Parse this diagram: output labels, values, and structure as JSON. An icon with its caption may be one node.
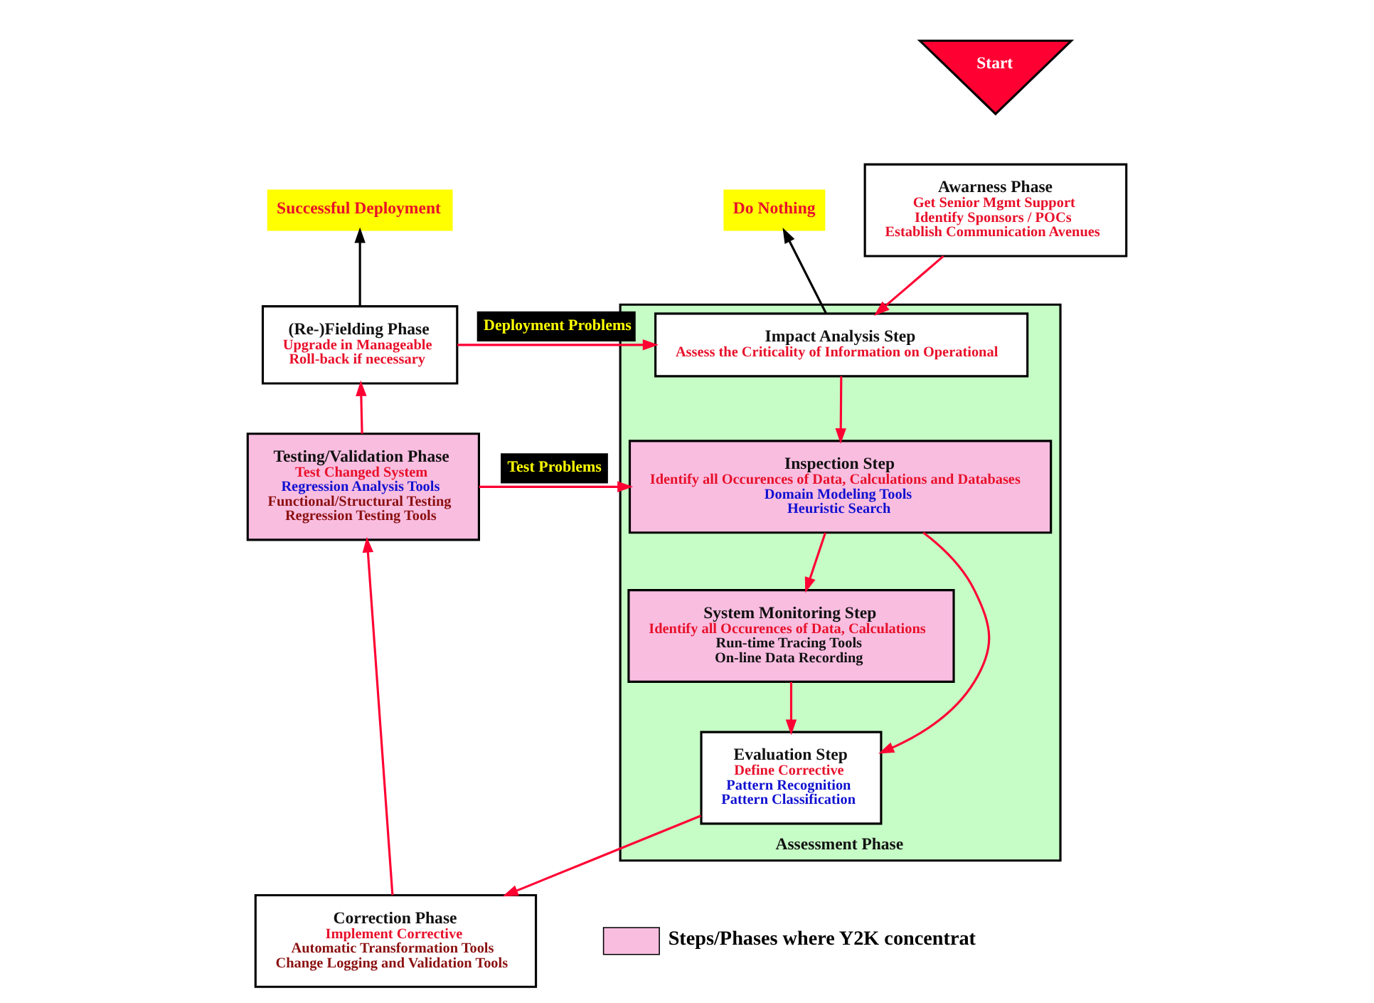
{
  "diagram": {
    "nodes": [
      {
        "text": [
          "Assessment Phase"
        ]
      },
      {
        "text": [
          "Impact Analysis Step",
          "Assess the Criticality of Information on Operational"
        ],
        "in": 0
      },
      {
        "text": [
          "Inspection Step",
          "Identify all Occurences of Data, Calculations and Databases",
          "Domain Modeling Tools",
          "Heuristic Search"
        ],
        "in": 0
      },
      {
        "text": [
          "System Monitoring Step",
          "Identify all Occurences of Data, Calculations",
          "Run-time Tracing Tools",
          "On-line Data Recording"
        ],
        "in": 0
      },
      {
        "text": [
          "Evaluation Step",
          "Define Corrective",
          "Pattern Recognition",
          "Pattern Classification"
        ],
        "in": 0
      },
      {
        "text": [
          "Do Nothing"
        ]
      },
      {
        "text": [
          "Start"
        ]
      },
      {
        "text": [
          "Awarness Phase",
          "Get Senior Mgmt Support",
          "Identify Sponsors / POCs",
          "Establish Communication Avenues"
        ]
      },
      {
        "text": [
          "Successful Deployment"
        ]
      },
      {
        "text": [
          "(Re-)Fielding Phase",
          "Upgrade in Manageable",
          "Roll-back if necessary"
        ]
      },
      {
        "text": [
          "Testing/Validation Phase",
          "Test Changed System",
          "Regression Analysis Tools",
          "Functional/Structural Testing",
          "Regression Testing Tools"
        ]
      },
      {
        "text": [
          "Correction Phase",
          "Implement Corrective",
          "Automatic Transformation Tools",
          "Change Logging and Validation Tools"
        ]
      }
    ],
    "edges": [
      {
        "from": 1,
        "to": 5,
        "arrow": "to",
        "color": "#000000"
      },
      {
        "from": 7,
        "to": 1,
        "arrow": "to"
      },
      {
        "from": 1,
        "to": 2,
        "arrow": "to"
      },
      {
        "from": 2,
        "to": 3,
        "arrow": "to"
      },
      {
        "from": 2,
        "to": 4,
        "arrow": "to"
      },
      {
        "from": 3,
        "to": 4,
        "arrow": "to"
      },
      {
        "from": 4,
        "to": 11,
        "arrow": "to"
      },
      {
        "from": 11,
        "to": 10,
        "arrow": "to"
      },
      {
        "from": 10,
        "to": 9,
        "arrow": "to"
      },
      {
        "from": 9,
        "to": 8,
        "arrow": "to",
        "color": "#000000"
      },
      {
        "from": 9,
        "to": 1,
        "arrow": "to",
        "label": "Deployment Problems"
      },
      {
        "from": 10,
        "to": 2,
        "arrow": "to",
        "label": "Test Problems"
      }
    ],
    "legend": [
      {
        "text": "Steps/Phases where Y2K concentrat",
        "color": "#f9bde0"
      }
    ]
  }
}
